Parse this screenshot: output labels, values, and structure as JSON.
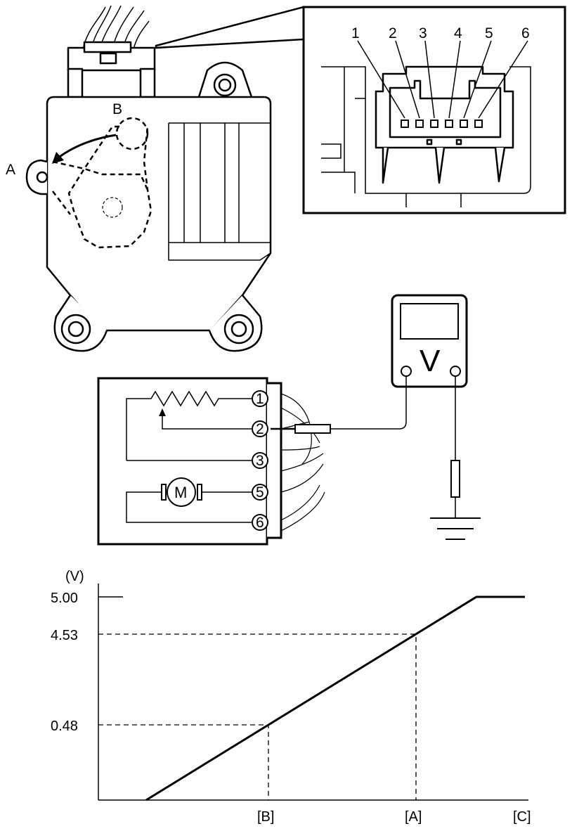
{
  "actuator": {
    "position_a_label": "A",
    "position_b_label": "B"
  },
  "connector_inset": {
    "pins": [
      "1",
      "2",
      "3",
      "4",
      "5",
      "6"
    ]
  },
  "circuit": {
    "terminals": [
      "1",
      "2",
      "3",
      "5",
      "6"
    ],
    "motor_label": "M",
    "meter_label": "V"
  },
  "chart_data": {
    "type": "line",
    "ylabel": "(V)",
    "y_ticks": [
      "0.48",
      "4.53",
      "5.00"
    ],
    "x_ticks": [
      "[B]",
      "[A]",
      "[C]"
    ],
    "series": [
      {
        "points": [
          {
            "x": "",
            "y": 0
          },
          {
            "x": "[B]",
            "y": 0.48
          },
          {
            "x": "[A]",
            "y": 4.53
          },
          {
            "x": "",
            "y": 5.0
          },
          {
            "x": "[C]",
            "y": 5.0
          }
        ]
      }
    ],
    "reference_lines": [
      {
        "x": "[B]",
        "y": 0.48
      },
      {
        "x": "[A]",
        "y": 4.53
      }
    ]
  }
}
